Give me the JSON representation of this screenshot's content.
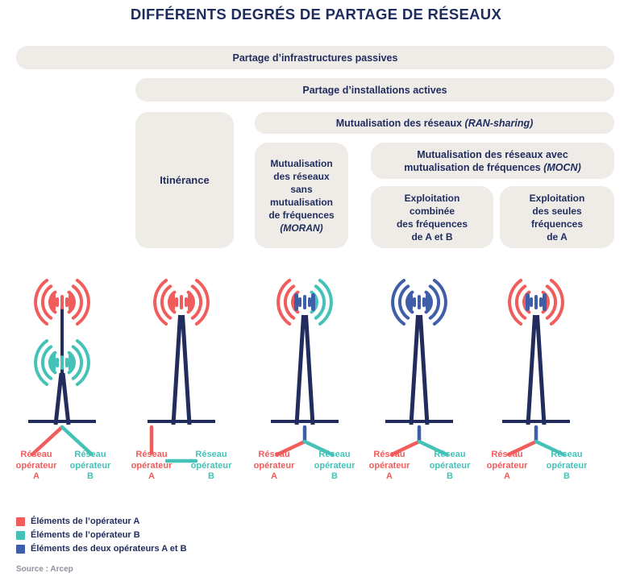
{
  "title": "DIFFÉRENTS DEGRÉS DE PARTAGE DE RÉSEAUX",
  "source": "Source : Arcep",
  "colors": {
    "operator_a": "#F15C5C",
    "operator_b": "#45C2B8",
    "operators_ab": "#3E5EA9",
    "structure": "#232D5D",
    "box_bg": "#EFECE8",
    "title_text": "#1F2C5E",
    "source_text": "#8D919C"
  },
  "levels": {
    "passive": "Partage d’infrastructures passives",
    "active": "Partage d’installations actives",
    "ran": {
      "text": "Mutualisation des réseaux ",
      "acronym": "(RAN-sharing)"
    },
    "itinerance": "Itinérance",
    "moran": {
      "lines": [
        "Mutualisation",
        "des réseaux",
        "sans",
        "mutualisation",
        "de fréquences"
      ],
      "acronym": "(MORAN)"
    },
    "mocn": {
      "line1": "Mutualisation des réseaux avec",
      "line2": "mutualisation de fréquences ",
      "acronym": "(MOCN)"
    },
    "exploit_ab": {
      "lines": [
        "Exploitation",
        "combinée",
        "des fréquences",
        "de A et B"
      ]
    },
    "exploit_a": {
      "lines": [
        "Exploitation",
        "des seules",
        "fréquences",
        "de A"
      ]
    }
  },
  "network_labels": {
    "a": [
      "Réseau",
      "opérateur",
      "A"
    ],
    "b": [
      "Réseau",
      "opérateur",
      "B"
    ]
  },
  "legend": {
    "items": [
      {
        "color_key": "operator_a",
        "label": "Éléments de l’opérateur A"
      },
      {
        "color_key": "operator_b",
        "label": "Éléments de l’opérateur B"
      },
      {
        "color_key": "operators_ab",
        "label": "Éléments des deux opérateurs A et B"
      }
    ]
  },
  "towers": [
    {
      "antennas": [
        {
          "emitter": "operator_a",
          "waves": "operator_a"
        },
        {
          "emitter": "operator_b",
          "waves": "operator_b"
        }
      ],
      "ground_links": [
        "operator_a",
        "operator_b"
      ]
    },
    {
      "antennas": [
        {
          "emitter": "operator_a",
          "waves": "operator_a"
        }
      ],
      "ground_links": [
        "operator_a",
        "operator_b_roaming_on_a"
      ]
    },
    {
      "antennas": [
        {
          "emitter": "operators_ab",
          "waves_left": "operator_a",
          "waves_right": "operator_b"
        }
      ],
      "ground_links": [
        "operators_ab",
        "operator_a",
        "operator_b"
      ]
    },
    {
      "antennas": [
        {
          "emitter": "operators_ab",
          "waves": "operators_ab"
        }
      ],
      "ground_links": [
        "operators_ab",
        "operator_a",
        "operator_b"
      ]
    },
    {
      "antennas": [
        {
          "emitter": "operators_ab",
          "waves": "operator_a"
        }
      ],
      "ground_links": [
        "operators_ab",
        "operator_a",
        "operator_b"
      ]
    }
  ]
}
